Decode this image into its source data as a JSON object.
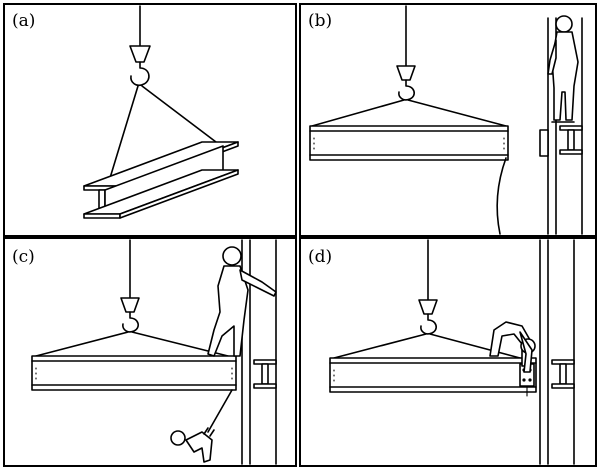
{
  "figure": {
    "panels": [
      {
        "id": "a",
        "label": "(a)"
      },
      {
        "id": "b",
        "label": "(b)"
      },
      {
        "id": "c",
        "label": "(c)"
      },
      {
        "id": "d",
        "label": "(d)"
      }
    ],
    "colors": {
      "line": "#000000",
      "background": "#ffffff"
    }
  }
}
